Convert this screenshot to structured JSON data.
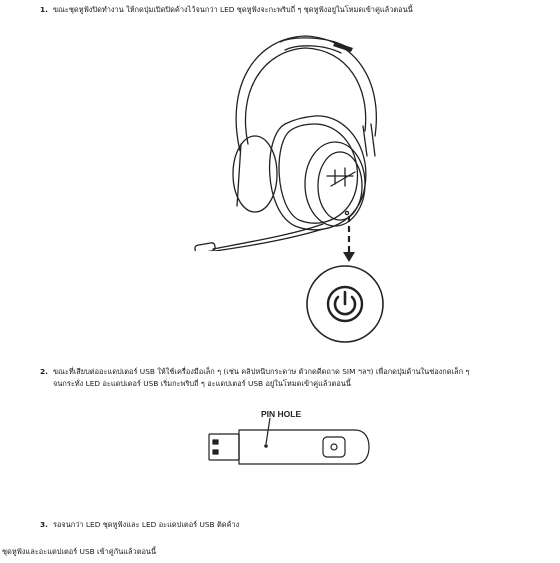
{
  "steps": [
    {
      "number": "1.",
      "lines": [
        "ขณะชุดหูฟังปิดทำงาน ให้กดปุ่มเปิดปิดค้างไว้จนกว่า LED ชุดหูฟังจะกะพริบถี่ ๆ ชุดหูฟังอยู่ในโหมดเข้าคู่แล้วตอนนี้"
      ]
    },
    {
      "number": "2.",
      "lines": [
        "ขณะที่เสียบต่ออะแดปเตอร์ USB ให้ใช้เครื่องมือเล็ก ๆ (เช่น คลิปหนีบกระดาษ ตัวกดดีดถาด SIM ฯลฯ) เพื่อกดปุ่มด้านในช่องกดเล็ก ๆ",
        "จนกระทั่ง LED อะแดปเตอร์ USB เริ่มกะพริบถี่ ๆ อะแดปเตอร์ USB อยู่ในโหมดเข้าคู่แล้วตอนนี้"
      ]
    },
    {
      "number": "3.",
      "lines": [
        "รอจนกว่า LED ชุดหูฟังและ LED อะแดปเตอร์ USB ติดค้าง"
      ]
    }
  ],
  "footer": "ชุดหูฟังและอะแดปเตอร์ USB เข้าคู่กันแล้วตอนนี้",
  "figures": {
    "pin_hole_label": "PIN HOLE"
  },
  "icons": [
    "headset-illustration",
    "power-icon",
    "usb-adapter-illustration"
  ]
}
